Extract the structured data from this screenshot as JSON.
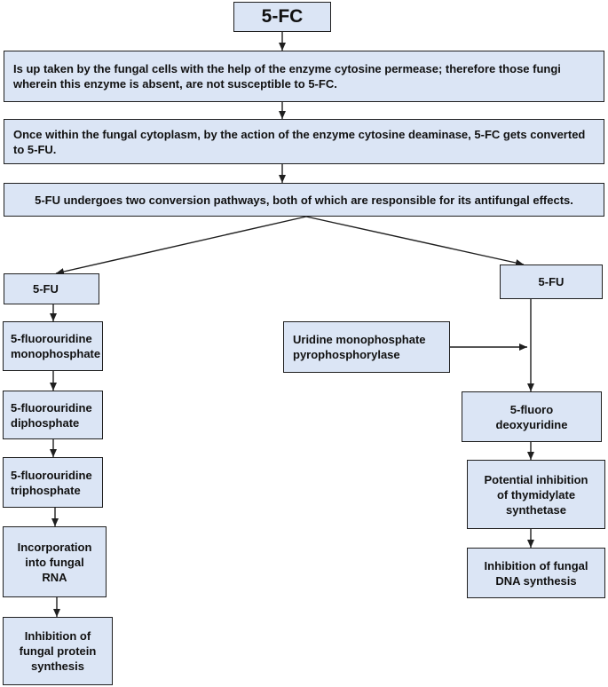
{
  "colors": {
    "box_fill": "#dbe5f5",
    "box_border": "#1f1f1f",
    "arrow": "#1f1f1f"
  },
  "title": "5-FC",
  "steps": {
    "uptake": "Is up taken by the fungal cells with the help of the enzyme cytosine permease; therefore those fungi wherein this enzyme is absent, are not susceptible to 5-FC.",
    "conversion": "Once within the fungal cytoplasm, by the action of the enzyme cytosine deaminase, 5-FC gets converted to 5-FU.",
    "pathways": "5-FU undergoes two conversion pathways, both of which are responsible for its antifungal effects."
  },
  "left_path": {
    "start": "5-FU",
    "items": [
      "5-fluorouridine\nmonophosphate",
      "5-fluorouridine\ndiphosphate",
      "5-fluorouridine\ntriphosphate",
      "Incorporation\ninto fungal\nRNA",
      "Inhibition of\nfungal protein\nsynthesis"
    ]
  },
  "right_path": {
    "start": "5-FU",
    "enzyme": "Uridine monophosphate\npyrophosphorylase",
    "items": [
      "5-fluoro\ndeoxyuridine",
      "Potential inhibition\nof thymidylate\nsynthetase",
      "Inhibition of fungal\nDNA synthesis"
    ]
  }
}
